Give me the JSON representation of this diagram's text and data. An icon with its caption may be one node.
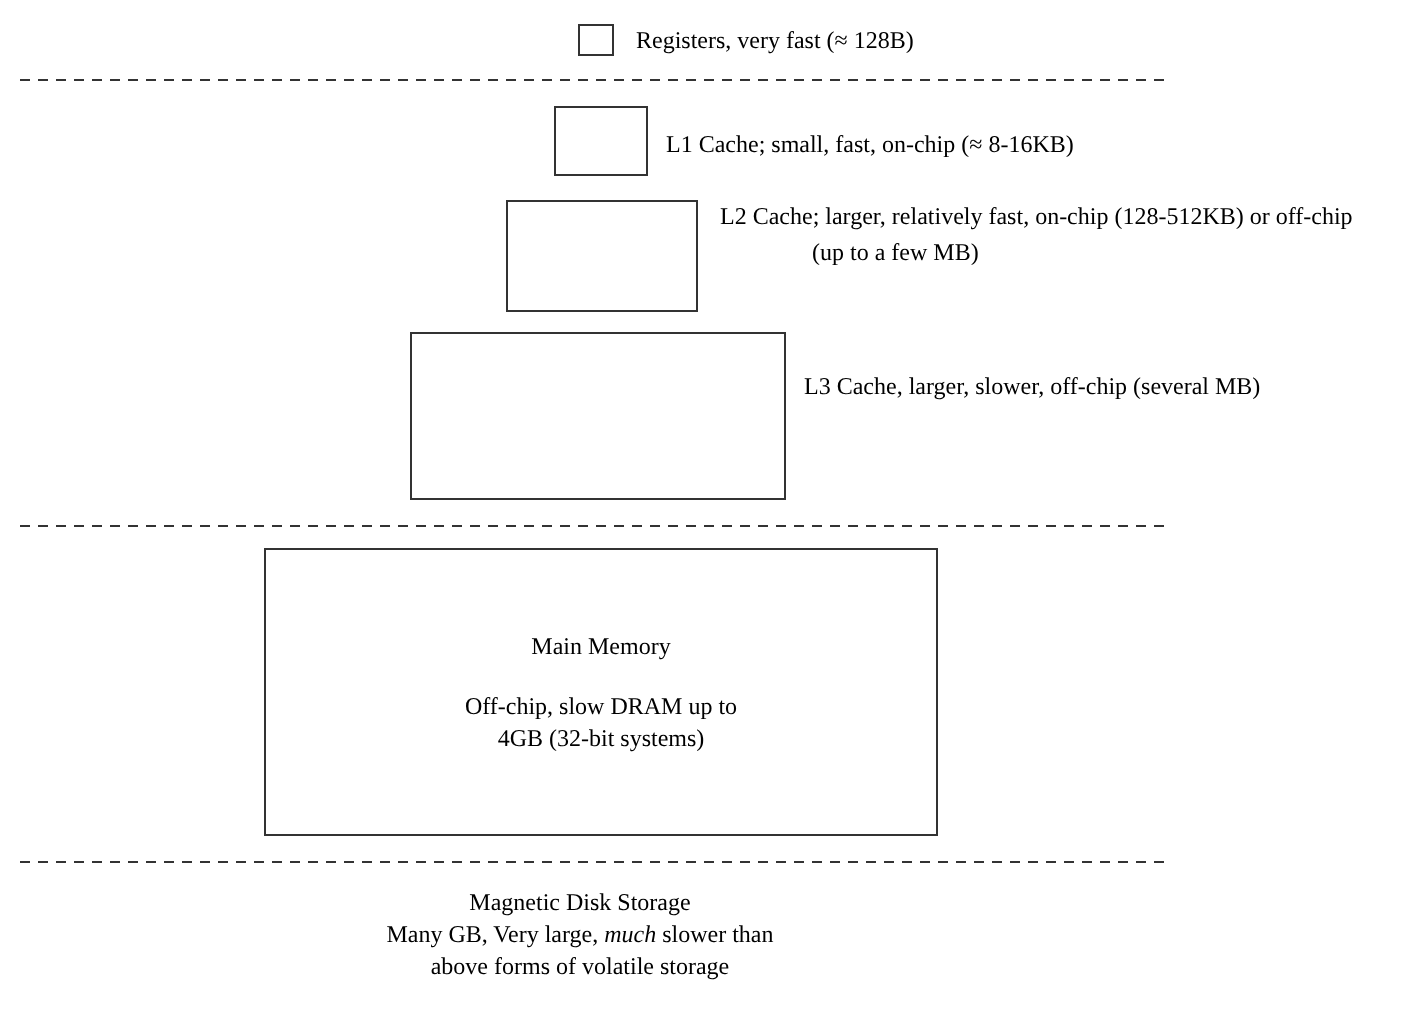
{
  "diagram": {
    "nodes": [
      {
        "text": [],
        "shape": "box",
        "beside": [
          "Registers, very fast (≈ 128B)"
        ]
      },
      {
        "text": [],
        "shape": "box",
        "beside": [
          "L1 Cache; small, fast, on-chip (≈ 8-16KB)"
        ]
      },
      {
        "text": [],
        "shape": "box",
        "beside": [
          "L2 Cache; larger, relatively fast, on-chip (128-512KB) or off-chip (up to a few MB)"
        ]
      },
      {
        "text": [],
        "shape": "box",
        "beside": [
          "L3 Cache, larger, slower, off-chip (several MB)"
        ]
      },
      {
        "text": [
          "Main Memory",
          "Off-chip, slow DRAM up to 4GB (32-bit systems)"
        ]
      }
    ],
    "edges": [],
    "labels": [
      "Magnetic Disk Storage",
      "Many GB, Very large, *much* slower than above forms of volatile storage"
    ]
  }
}
